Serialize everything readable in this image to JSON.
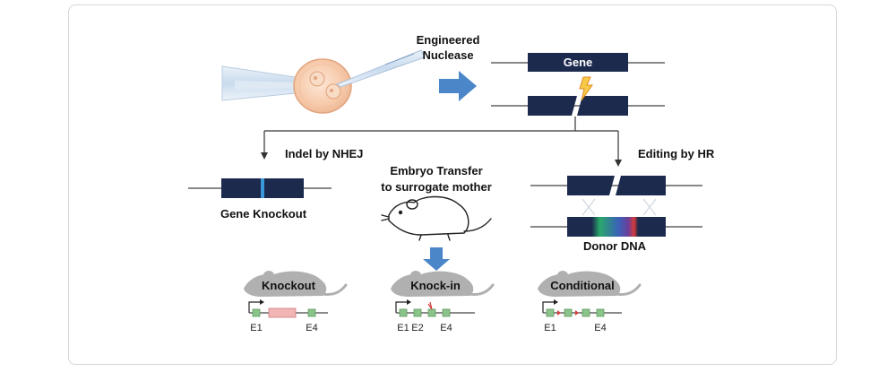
{
  "labels": {
    "nuclease_line1": "Engineered",
    "nuclease_line2": "Nuclease",
    "gene": "Gene",
    "indel": "Indel by NHEJ",
    "gene_knockout": "Gene Knockout",
    "embryo_line1": "Embryo Transfer",
    "embryo_line2": "to surrogate mother",
    "editing_hr": "Editing by HR",
    "donor_dna": "Donor DNA"
  },
  "outcomes": [
    {
      "title": "Knockout",
      "exons": [
        "E1",
        "E4"
      ]
    },
    {
      "title": "Knock-in",
      "exons": [
        "E1",
        "E2",
        "E4"
      ]
    },
    {
      "title": "Conditional",
      "exons": [
        "E1",
        "E4"
      ]
    }
  ],
  "colors": {
    "gene_bar": "#1c2a4e",
    "arrow_blue": "#4a86c8",
    "cut_break": "#3a9ad9",
    "exon": "#8bc48a",
    "knockout_insert": "#f2b5b5",
    "donor_green": "#2aa86a",
    "donor_red": "#d63a3a",
    "mouse_gray": "#b0b0b0"
  },
  "icons": {
    "microinjection": "microinjection-icon",
    "lightning": "lightning-icon",
    "mouse_outline": "mouse-outline-icon",
    "mouse_silhouette": "mouse-silhouette-icon"
  }
}
